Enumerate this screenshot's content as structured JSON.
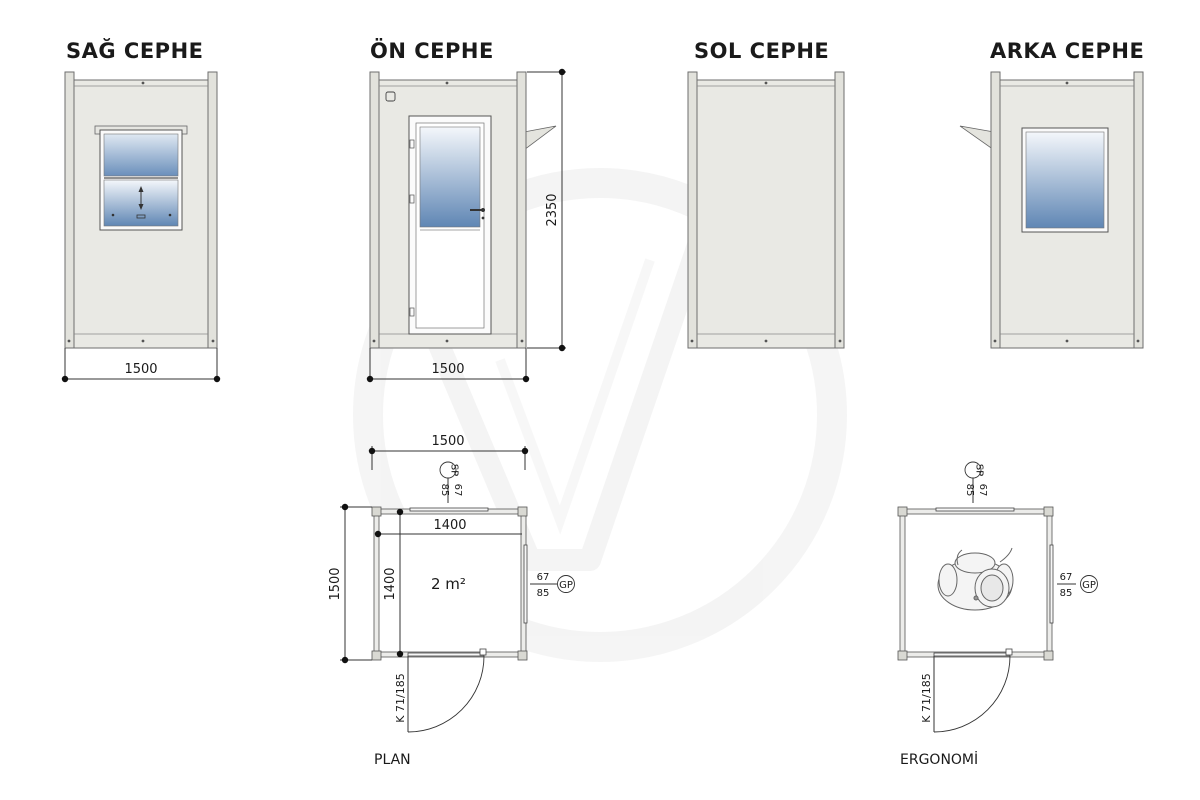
{
  "views": {
    "right": {
      "title": "SAĞ CEPHE",
      "width_dim": "1500"
    },
    "front": {
      "title": "ÖN CEPHE",
      "width_dim": "1500",
      "height_dim": "2350"
    },
    "left": {
      "title": "SOL CEPHE"
    },
    "back": {
      "title": "ARKA CEPHE"
    }
  },
  "plan": {
    "caption": "PLAN",
    "outer_width": "1500",
    "outer_depth": "1500",
    "inner_width": "1400",
    "inner_depth": "1400",
    "area": "2 m²",
    "top_tag": "SP",
    "top_dims": [
      "85",
      "67"
    ],
    "side_tag": "GP",
    "side_dims": [
      "67",
      "85"
    ],
    "door_label": "K 71/185"
  },
  "ergonomi": {
    "caption": "ERGONOMİ",
    "top_tag": "SP",
    "top_dims": [
      "85",
      "67"
    ],
    "side_tag": "GP",
    "side_dims": [
      "67",
      "85"
    ],
    "door_label": "K 71/185"
  },
  "colors": {
    "panel": "#e9e9e4",
    "glass_top": "#f4f7fb",
    "glass_bottom": "#5f86b4",
    "line": "#333333"
  }
}
